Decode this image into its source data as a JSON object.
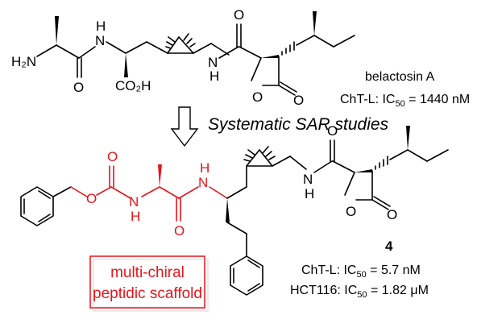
{
  "belactosin": {
    "h2n": "H₂N",
    "nh1": "N",
    "nh1_h": "H",
    "o1": "O",
    "co2h": "CO₂H",
    "nh2": "N",
    "nh2_h": "H",
    "o2": "O",
    "lactone_o_ring": "O",
    "lactone_o_exo": "O",
    "name": "belactosin A",
    "activity_prefix": "ChT-L: IC",
    "activity_sub": "50",
    "activity_value": " =  1440 nM"
  },
  "sar_label": "Systematic SAR studies",
  "compound4": {
    "o_carbonyl": "O",
    "o_ester": "O",
    "n_carbamate": "N",
    "n_carbamate_h": "H",
    "o_amide": "O",
    "n_amide": "N",
    "n_amide_h": "H",
    "n_right": "N",
    "n_right_h": "H",
    "o_right": "O",
    "lactone_o_ring": "O",
    "lactone_o_exo": "O",
    "number": "4",
    "cht_prefix": "ChT-L: IC",
    "cht_sub": "50",
    "cht_value": " =  5.7 nM",
    "hct_prefix": "HCT116: IC",
    "hct_sub": "50",
    "hct_value": " = 1.82 μM"
  },
  "scaffold_box": {
    "line1": "multi-chiral",
    "line2": "peptidic scaffold"
  },
  "colors": {
    "scaffold": "#e8141b",
    "structure": "#000000"
  }
}
